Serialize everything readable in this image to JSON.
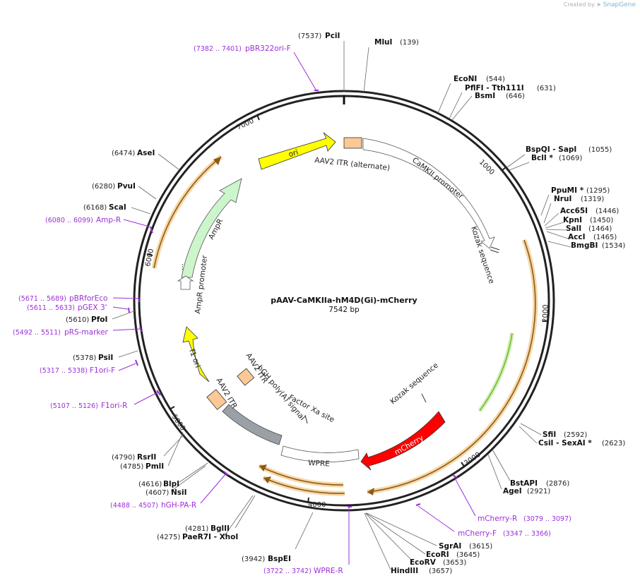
{
  "credit": {
    "prefix": "Created by",
    "brand": "SnapGene"
  },
  "plasmid": {
    "name": "pAAV-CaMKIIa-hM4D(Gi)-mCherry",
    "size_label": "7542 bp"
  },
  "ticks": [
    "1000",
    "2000",
    "3000",
    "4000",
    "5000",
    "6000",
    "7000"
  ],
  "enzymes": [
    {
      "pos": "(7537)",
      "name": "PciI"
    },
    {
      "pos": "(139)",
      "name": "MluI"
    },
    {
      "pos": "(544)",
      "name": "EcoNI"
    },
    {
      "pos": "(631)",
      "name": "PflFI  - Tth111I"
    },
    {
      "pos": "(646)",
      "name": "BsmI"
    },
    {
      "pos": "(1055)",
      "name": "BspQI  - SapI"
    },
    {
      "pos": "(1069)",
      "name": "BclI *"
    },
    {
      "pos": "(1295)",
      "name": "PpuMI *"
    },
    {
      "pos": "(1319)",
      "name": "NruI"
    },
    {
      "pos": "(1446)",
      "name": "Acc65I"
    },
    {
      "pos": "(1450)",
      "name": "KpnI"
    },
    {
      "pos": "(1464)",
      "name": "SalI"
    },
    {
      "pos": "(1465)",
      "name": "AccI"
    },
    {
      "pos": "(1534)",
      "name": "BmgBI"
    },
    {
      "pos": "(2592)",
      "name": "SfiI"
    },
    {
      "pos": "(2623)",
      "name": "CsiI  - SexAI *"
    },
    {
      "pos": "(2876)",
      "name": "BstAPI"
    },
    {
      "pos": "(2921)",
      "name": "AgeI"
    },
    {
      "pos": "(3615)",
      "name": "SgrAI"
    },
    {
      "pos": "(3645)",
      "name": "EcoRI"
    },
    {
      "pos": "(3653)",
      "name": "EcoRV"
    },
    {
      "pos": "(3657)",
      "name": "HindIII"
    },
    {
      "pos": "(3942)",
      "name": "BspEI"
    },
    {
      "pos": "(4281)",
      "name": "BglII"
    },
    {
      "pos": "(4275)",
      "name": "PaeR7I  - XhoI"
    },
    {
      "pos": "(4616)",
      "name": "BlpI"
    },
    {
      "pos": "(4607)",
      "name": "NsiI"
    },
    {
      "pos": "(4790)",
      "name": "RsrII"
    },
    {
      "pos": "(4785)",
      "name": "PmlI"
    },
    {
      "pos": "(5378)",
      "name": "PsiI"
    },
    {
      "pos": "(5610)",
      "name": "PfoI"
    },
    {
      "pos": "(6168)",
      "name": "ScaI"
    },
    {
      "pos": "(6280)",
      "name": "PvuI"
    },
    {
      "pos": "(6474)",
      "name": "AseI"
    }
  ],
  "primers": [
    {
      "pos": "(7382 .. 7401)",
      "name": "pBR322ori-F"
    },
    {
      "pos": "(6080 .. 6099)",
      "name": "Amp-R"
    },
    {
      "pos": "(5671 .. 5689)",
      "name": "pBRforEco"
    },
    {
      "pos": "(5611 .. 5633)",
      "name": "pGEX 3'"
    },
    {
      "pos": "(5492 .. 5511)",
      "name": "pRS-marker"
    },
    {
      "pos": "(5317 .. 5338)",
      "name": "F1ori-F"
    },
    {
      "pos": "(5107 .. 5126)",
      "name": "F1ori-R"
    },
    {
      "pos": "(4488 .. 4507)",
      "name": "hGH-PA-R"
    },
    {
      "pos": "(3722 .. 3742)",
      "name": "WPRE-R"
    },
    {
      "pos": "(3347 .. 3366)",
      "name": "mCherry-F"
    },
    {
      "pos": "(3079 .. 3097)",
      "name": "mCherry-R"
    }
  ],
  "features": {
    "ori": "ori",
    "ampr": "AmpR",
    "ampr_promoter": "AmpR promoter",
    "itr_alt": "AAV2 ITR (alternate)",
    "camkii": "CaMKII promoter",
    "kozak1": "Kozak sequence",
    "kozak2": "Kozak sequence",
    "mcherry": "mCherry",
    "factorxa": "Factor Xa site",
    "wpre": "WPRE",
    "hgh": "hGH poly(A) signal",
    "itr2": "AAV2 ITR",
    "itr3": "AAV2 ITR",
    "f1ori": "f1 ori",
    "ellipsis": "..."
  },
  "colors": {
    "ori": "#ffff00",
    "ampr": "#ccf5cc",
    "itr": "#fbc896",
    "mcherry": "#ff0000",
    "hgh": "#9aa0a6",
    "orf_halo": "#f7d7a4",
    "primer": "#9b30d9",
    "green_orf": "#6fbf2a"
  }
}
